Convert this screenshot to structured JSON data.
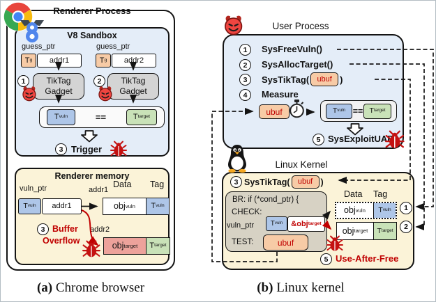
{
  "colors": {
    "panel_blue": "#E4EDF8",
    "panel_cream": "#FBF3D8",
    "tag_peach": "#F7CBA6",
    "tag_blue": "#AEC6E8",
    "tag_green": "#C9E2B8",
    "obj_salmon": "#EDA29B",
    "gadget_gray": "#D4D4D4",
    "br_gray": "#D7D2C4",
    "accent_red": "#C00000"
  },
  "icons": {
    "chrome": "chrome-logo",
    "v8": "v8-logo",
    "devil": "devil-face-icon",
    "bug": "bug-icon",
    "stopwatch": "stopwatch-icon",
    "tux": "linux-tux-icon",
    "hollow_arrow": "hollow-down-arrow-icon"
  },
  "steps": {
    "s1": "1",
    "s2": "2",
    "s3": "3",
    "s4": "4",
    "s5": "5"
  },
  "common": {
    "t": "T",
    "obj": "obj",
    "amp_obj": "&obj",
    "sub_g": "g",
    "sub_vuln": "vuln",
    "sub_target": "target",
    "eq": "==",
    "ubuf": "ubuf",
    "addr1": "addr1",
    "addr2": "addr2",
    "guess_ptr": "guess_ptr",
    "vuln_ptr": "vuln_ptr",
    "data_header": "Data",
    "tag_header": "Tag"
  },
  "panel_a": {
    "title": "Renderer Process",
    "sandbox_title": "V8 Sandbox",
    "gadget_line1": "TikTag",
    "gadget_line2": "Gadget",
    "trigger": "Trigger",
    "memory_title": "Renderer memory",
    "overflow_line1": "Buffer",
    "overflow_line2": "Overflow",
    "caption_label": "(a)",
    "caption_text": " Chrome browser"
  },
  "panel_b": {
    "title": "User Process",
    "item1": "SysFreeVuln()",
    "item2": "SysAllocTarget()",
    "item3_prefix": "SysTikTag(",
    "item3_suffix": ")",
    "item4": "Measure",
    "exploit": "SysExploitUAF()",
    "kernel_title": "Linux Kernel",
    "kernel_systiktag_prefix": "SysTikTag(",
    "kernel_systiktag_suffix": ")",
    "br_line": "BR: if (*cond_ptr) {",
    "check_label": "CHECK:",
    "test_label": "TEST:",
    "uaf_text": "Use-After-Free",
    "caption_label": "(b)",
    "caption_text": " Linux kernel"
  }
}
